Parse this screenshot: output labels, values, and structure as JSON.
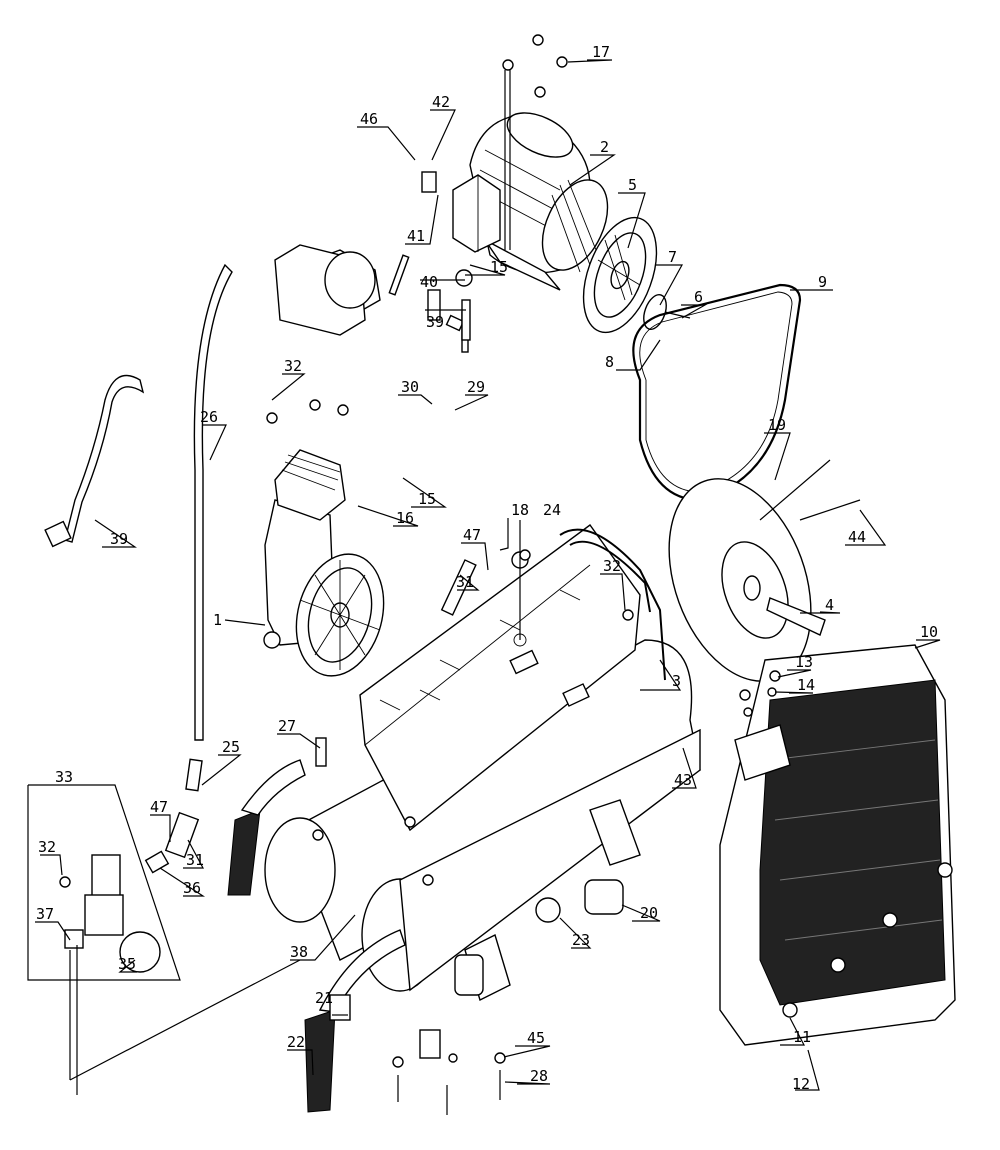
{
  "labels": [
    "1",
    "2",
    "3",
    "4",
    "5",
    "6",
    "7",
    "8",
    "9",
    "10",
    "11",
    "12",
    "13",
    "14",
    "15",
    "15",
    "16",
    "17",
    "18",
    "19",
    "20",
    "21",
    "22",
    "23",
    "24",
    "25",
    "26",
    "27",
    "28",
    "29",
    "30",
    "31",
    "31",
    "32",
    "32",
    "32",
    "33",
    "35",
    "36",
    "37",
    "38",
    "39",
    "39",
    "40",
    "41",
    "42",
    "43",
    "44",
    "45",
    "46",
    "47",
    "47"
  ],
  "colors": {
    "ink": "#000000",
    "paper": "#ffffff",
    "grille": "#222222"
  }
}
